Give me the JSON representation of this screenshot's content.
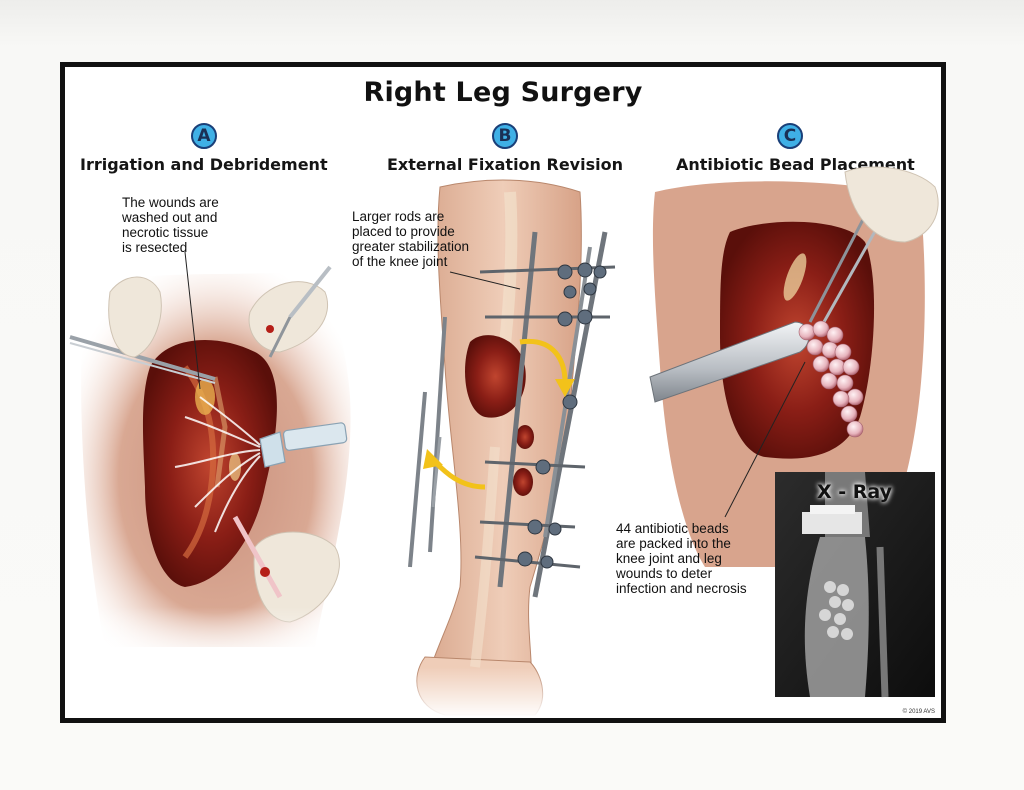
{
  "title": "Right Leg Surgery",
  "panels": [
    {
      "letter": "A",
      "title": "Irrigation and Debridement",
      "caption": "The wounds are\nwashed out and\nnecrotic tissue\nis resected"
    },
    {
      "letter": "B",
      "title": "External Fixation Revision",
      "caption": "Larger rods are\nplaced to provide\ngreater stabilization\nof the knee joint"
    },
    {
      "letter": "C",
      "title": "Antibiotic Bead Placement",
      "caption": "44 antibiotic beads\nare packed into the\nknee joint and leg\nwounds to deter\ninfection and necrosis"
    }
  ],
  "xray_label": "X - Ray",
  "copyright": "© 2019 AVS",
  "colors": {
    "badge_fill": "#3fb0e6",
    "badge_border": "#1a3f78",
    "wound": "#8a1e16",
    "skin": "#e9bfa7",
    "frame": "#111111"
  }
}
